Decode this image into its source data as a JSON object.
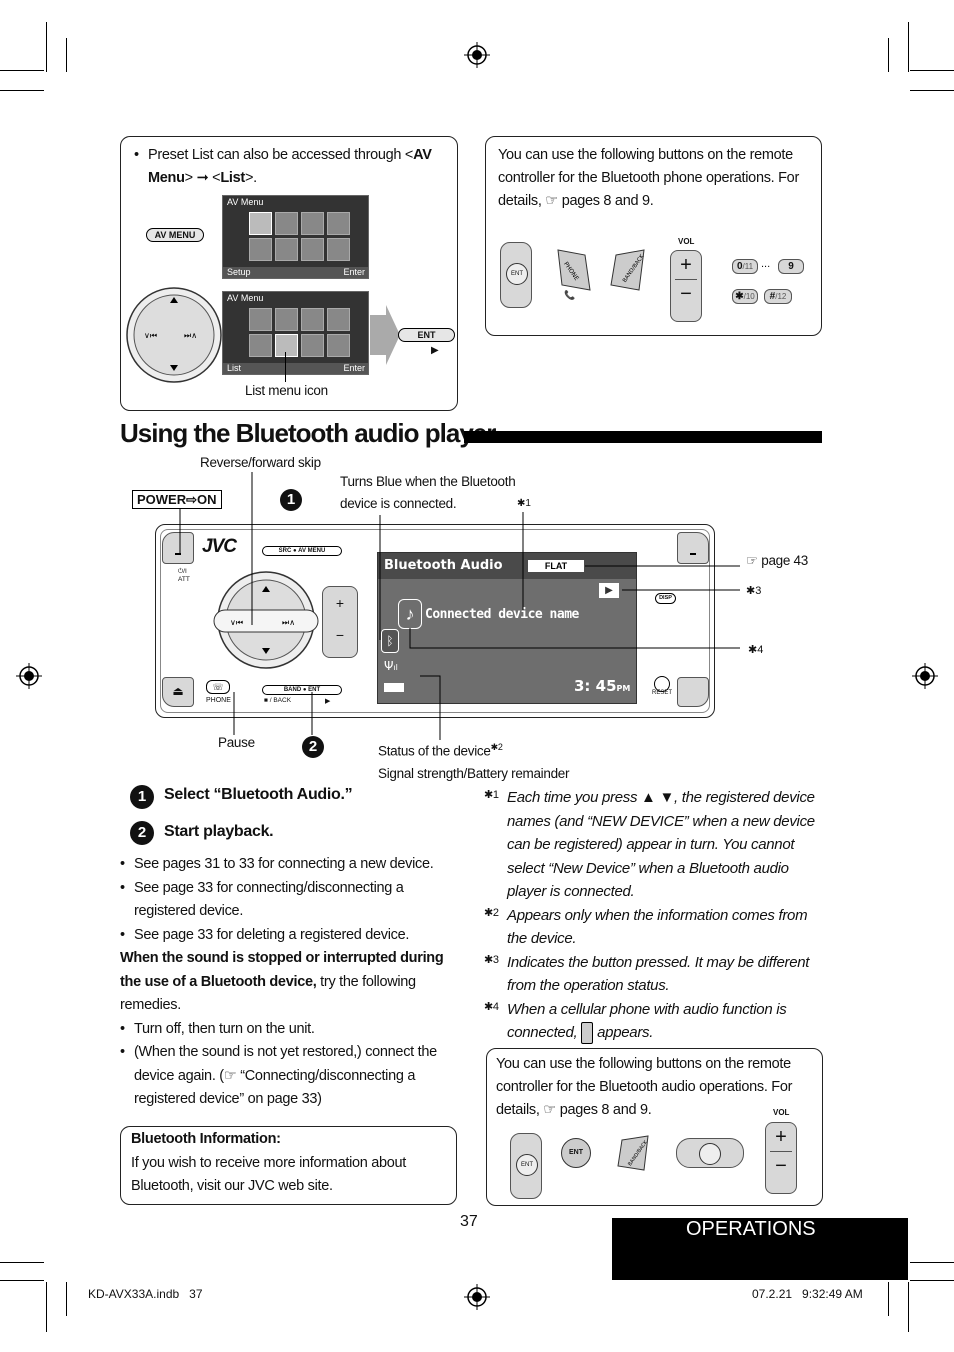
{
  "top_left_box": {
    "bullet_prefix": "Preset List can also be accessed through <",
    "bullet_av": "AV",
    "bullet_menu": "Menu",
    "bullet_gt": ">",
    "bullet_arrow": "➞",
    "bullet_list_open": "<",
    "bullet_list": "List",
    "bullet_list_close": ">.",
    "av_menu_button": "AV MENU",
    "screen1_title": "AV Menu",
    "screen1_footer_left": "Setup",
    "screen1_footer_right": "Enter",
    "screen2_title": "AV Menu",
    "screen2_footer_left": "List",
    "screen2_footer_right": "Enter",
    "ent_small": "ENT",
    "ent_button": "ENT",
    "caption": "List menu icon"
  },
  "top_right_box": {
    "text_line1": "You can use the following buttons on the remote",
    "text_line2": "controller for the Bluetooth phone operations. For",
    "text_line3": "details, ☞ pages 8 and 9.",
    "vol_label": "VOL",
    "key_0": "0",
    "key_0_sub": "/11",
    "key_ellipsis": "...",
    "key_9": "9",
    "key_star": "✱",
    "key_star_sub": "/10",
    "key_hash": "#",
    "key_hash_sub": "/12",
    "ent_label": "ENT",
    "phone_label": "PHONE",
    "bandback_label": "BAND/BACK"
  },
  "section_title": "Using the Bluetooth audio player",
  "device": {
    "label_reverse": "Reverse/forward skip",
    "label_turns_blue_1": "Turns Blue when the Bluetooth",
    "label_turns_blue_2": "device is connected.",
    "mark_1": "✱1",
    "power_label": "POWER⇨ON",
    "step1": "1",
    "step2": "2",
    "brand": "JVC",
    "src": "SRC",
    "av_menu": "AV MENU",
    "att": "⏻/I ATT",
    "screen_title": "Bluetooth Audio",
    "flat": "FLAT",
    "connected_name": "Connected device name",
    "clock": "3: 45",
    "clock_pm": "PM",
    "dsp": "DISP",
    "reset": "RESET",
    "phone": "PHONE",
    "band": "BAND",
    "ent": "ENT",
    "back": "■ / BACK",
    "play": "▶",
    "label_page43": "☞ page 43",
    "mark_3": "✱3",
    "mark_4": "✱4",
    "label_pause": "Pause",
    "label_status": "Status of the device",
    "label_status_mark": "✱2",
    "label_signal": "Signal strength/Battery remainder"
  },
  "steps": {
    "step1_num": "1",
    "step1_text": "Select “Bluetooth Audio.”",
    "step2_num": "2",
    "step2_text": "Start playback.",
    "bullets": [
      "See pages 31 to 33 for connecting a new device.",
      "See page 33 for connecting/disconnecting a registered device.",
      "See page 33 for deleting a registered device."
    ],
    "warning_bold": "When the sound is stopped or interrupted during the use of a Bluetooth device,",
    "warning_rest": " try the following remedies.",
    "remedies": [
      "Turn off, then turn on the unit.",
      "(When the sound is not yet restored,) connect the device again. (☞ “Connecting/disconnecting a registered device” on page 33)"
    ]
  },
  "info_box": {
    "title": "Bluetooth Information:",
    "text": "If you wish to receive more information about Bluetooth, visit our JVC web site."
  },
  "footnotes": [
    {
      "mark": "✱1",
      "text": "Each time you press ▲ ▼, the registered device names (and “NEW DEVICE” when a new device can be registered) appear in turn. You cannot select “New Device” when a Bluetooth audio player is connected."
    },
    {
      "mark": "✱2",
      "text": "Appears only when the information comes from the device."
    },
    {
      "mark": "✱3",
      "text": "Indicates the button pressed. It may be different from the operation status."
    },
    {
      "mark": "✱4",
      "text_before": "When a cellular phone with audio function is connected,",
      "text_after": "appears."
    }
  ],
  "bottom_right_box": {
    "text_line1": "You can use the following buttons on the remote",
    "text_line2": "controller for the Bluetooth audio operations. For",
    "text_line3": "details, ☞ pages 8 and 9.",
    "vol_label": "VOL",
    "ent_label": "ENT",
    "bandback_label": "BAND/BACK"
  },
  "page_number": "37",
  "tab_label": "OPERATIONS",
  "footer_left": "KD-AVX33A.indb   37",
  "footer_right": "07.2.21   9:32:49 AM"
}
